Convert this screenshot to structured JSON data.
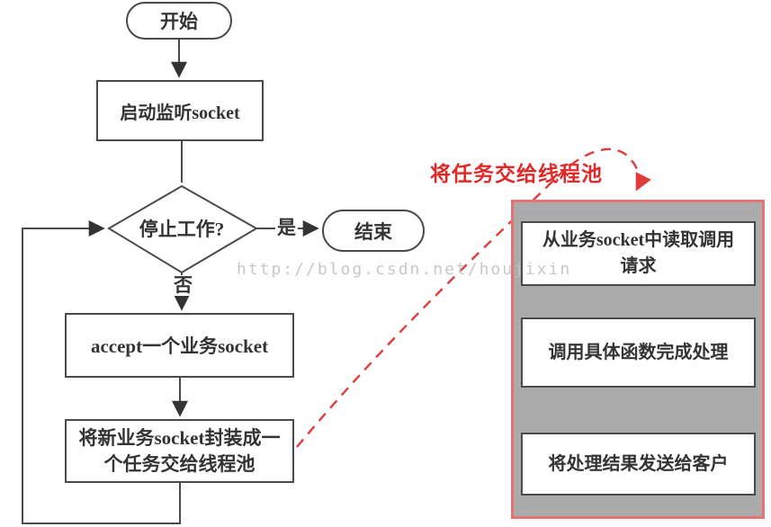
{
  "flowchart": {
    "start_label": "开始",
    "listen_label": "启动监听socket",
    "decision_label": "停止工作?",
    "yes_label": "是",
    "no_label": "否",
    "end_label": "结束",
    "accept_label": "accept一个业务socket",
    "wrap_label": "将新业务socket封装成一个任务交给线程池"
  },
  "thread_pool_panel": {
    "arrow_label": "将任务交给线程池",
    "steps": [
      {
        "label": "从业务socket中读取调用请求"
      },
      {
        "label": "调用具体函数完成处理"
      },
      {
        "label": "将处理结果发送给客户"
      }
    ]
  },
  "watermark": "http://blog.csdn.net/houjixin",
  "colors": {
    "accent_red": "#e23b3b",
    "panel_border_red": "#e57373",
    "panel_fill_gray": "#ababab",
    "shape_border": "#4a4a4a",
    "text": "#333333",
    "watermark_gray": "#c5c5c5"
  }
}
